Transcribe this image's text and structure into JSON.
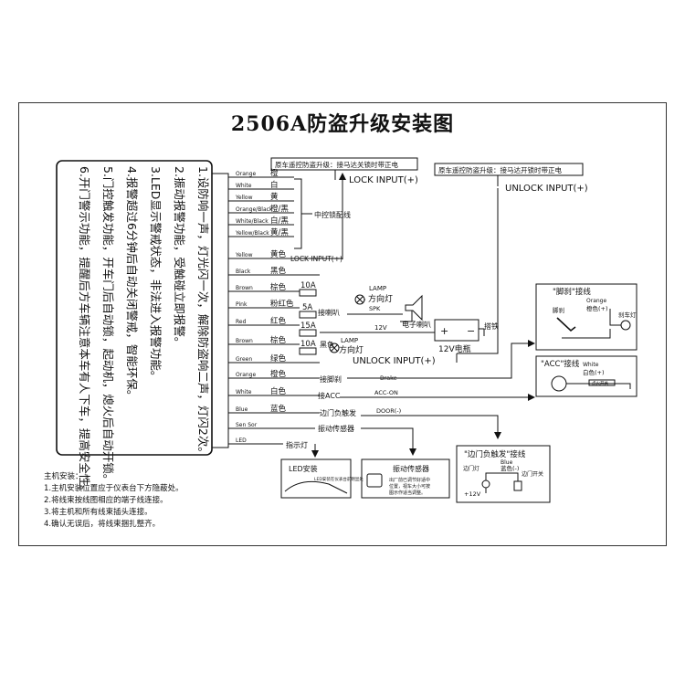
{
  "title": "2506A防盗升级安装图",
  "features": [
    "1.设防响一声，灯光闪一次，解除防盗响二声，灯闪2次。",
    "2.振动报警功能，受触碰立即报警。",
    "3.LED显示警戒状态，非法进入报警功能。",
    "4.报警超过6分钟后自动关闭警戒，智能环保。",
    "5.门控触发功能，开车门后自动锁，起动机，熄火后自动开锁。",
    "6.开门警示功能，提醒后方车辆注意本车有人下车，提高安全性。"
  ],
  "wires": [
    {
      "en": "Orange",
      "cn": "橙"
    },
    {
      "en": "White",
      "cn": "白"
    },
    {
      "en": "Yellow",
      "cn": "黄"
    },
    {
      "en": "Orange/Black",
      "cn": "橙/黑"
    },
    {
      "en": "White/Black",
      "cn": "白/黑"
    },
    {
      "en": "Yellow/Black",
      "cn": "黄/黑"
    },
    {
      "en": "Yellow",
      "cn": "黄色"
    },
    {
      "en": "Black",
      "cn": "黑色"
    },
    {
      "en": "Brown",
      "cn": "棕色"
    },
    {
      "en": "Pink",
      "cn": "粉红色"
    },
    {
      "en": "Red",
      "cn": "红色"
    },
    {
      "en": "Brown",
      "cn": "棕色"
    },
    {
      "en": "Green",
      "cn": "绿色"
    },
    {
      "en": "Orange",
      "cn": "橙色"
    },
    {
      "en": "White",
      "cn": "白色"
    },
    {
      "en": "Blue",
      "cn": "蓝色"
    },
    {
      "en": "Sen Sor",
      "cn": ""
    },
    {
      "en": "LED",
      "cn": ""
    }
  ],
  "labels": {
    "central_lock_wire": "中控锁配线",
    "lock_input_wire": "LOCK INPUT(+)",
    "orig_lock_box": "原车遥控防盗升级：接马达关锁时带正电",
    "orig_unlock_box": "原车遥控防盗升级：接马达开锁时带正电",
    "lock_input": "LOCK INPUT(+)",
    "unlock_input": "UNLOCK INPUT(+)",
    "unlock_input2": "UNLOCK INPUT(+)",
    "fuse_10a_1": "10A",
    "fuse_5a": "5A",
    "fuse_15a": "15A",
    "fuse_10a_2": "10A",
    "lamp1": "LAMP",
    "turn_lamp1": "方向灯",
    "connect_horn": "接喇叭",
    "spk": "SPK",
    "electronic_horn": "电子喇叭",
    "v12_small": "12V",
    "battery": "12V电瓶",
    "ground": "搭铁",
    "black_wire": "黑色",
    "lamp2": "LAMP",
    "turn_lamp2": "方向灯",
    "brake_connect": "接脚刹",
    "brake": "Brake",
    "acc_connect": "接ACC",
    "acc_on": "ACC-ON",
    "door_trigger": "边门负触发",
    "door": "DOOR(-)",
    "vibration_sensor_wire": "振动传感器",
    "indicator_light": "指示灯",
    "brake_box_title": "\"脚刹\"接线",
    "brake_box_orange": "Orange",
    "brake_box_orange_cn": "橙色(+)",
    "brake_box_pedal": "脚刹",
    "brake_box_lamp": "刹车灯",
    "acc_box_title": "\"ACC\"接线",
    "acc_box_white": "White",
    "acc_box_white_cn": "白色(+)",
    "acc_box_key": "点火开关",
    "door_box_title": "\"边门负触发\"接线",
    "door_box_blue": "Blue",
    "door_box_blue_cn": "蓝色(-)",
    "door_box_lamp": "边门灯",
    "door_box_switch": "边门开关",
    "door_box_12v": "+12V",
    "led_box_title": "LED安装",
    "led_box_note": "LED安装在仪表台前明显处",
    "vib_box_title": "振动传感器",
    "vib_box_note1": "出厂前已调节好适中",
    "vib_box_note2": "位置，视车大小可按",
    "vib_box_note3": "图示作适当调整。"
  },
  "install": {
    "heading": "主机安装：",
    "steps": [
      "1.主机安装位置应于仪表台下方隐蔽处。",
      "2.将线束按线图相应的端子线连接。",
      "3.将主机和所有线束插头连接。",
      "4.确认无误后，将线束捆扎整齐。"
    ]
  }
}
